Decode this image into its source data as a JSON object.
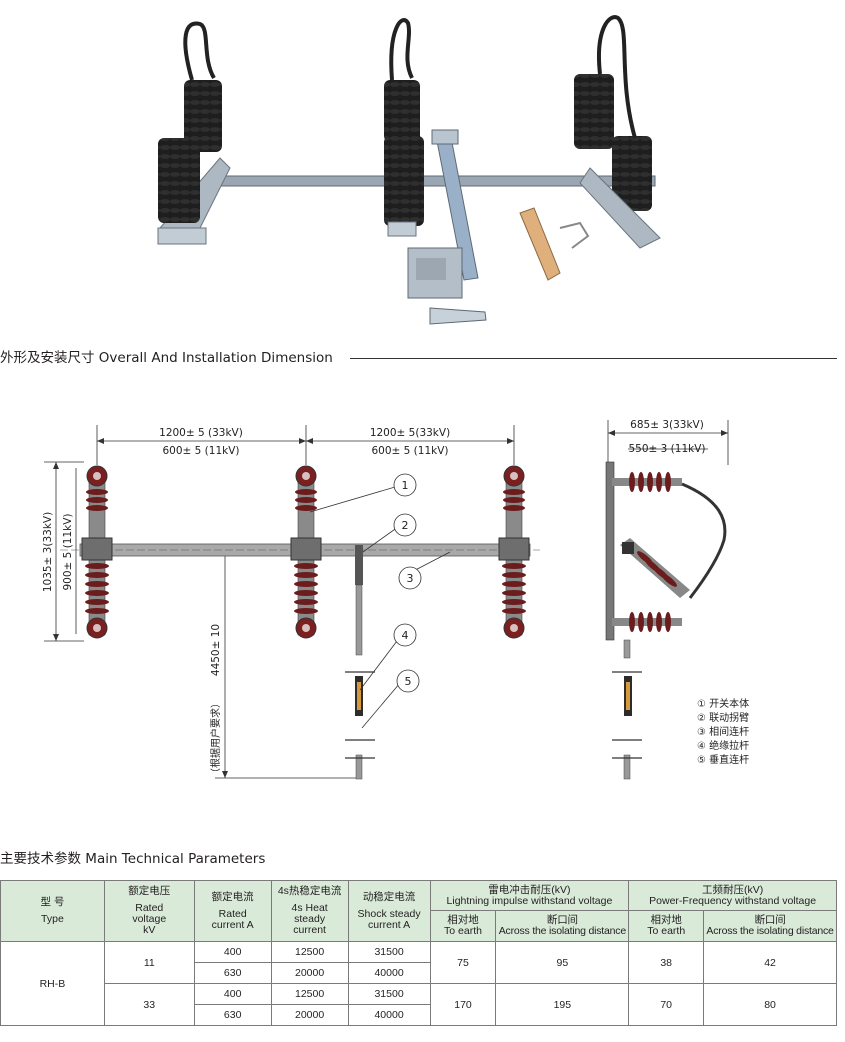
{
  "sections": {
    "overall": "外形及安装尺寸 Overall And Installation Dimension",
    "technical": "主要技术参数 Main Technical Parameters"
  },
  "drawing": {
    "dim_top_left_33": "1200± 5 (33kV)",
    "dim_top_left_11": "600± 5 (11kV)",
    "dim_top_right_33": "1200± 5(33kV)",
    "dim_top_right_11": "600± 5 (11kV)",
    "dim_height_33": "1035± 3(33kV)",
    "dim_height_11": "900± 5 (11kV)",
    "dim_rod": "4450± 10",
    "dim_rod_note": "（根据用户要求）",
    "dim_side_33": "685± 3(33kV)",
    "dim_side_11": "550± 3 (11kV)",
    "callouts": [
      "1",
      "2",
      "3",
      "4",
      "5"
    ]
  },
  "legend": [
    "① 开关本体",
    "② 联动拐臂",
    "③ 相间连杆",
    "④ 绝缘拉杆",
    "⑤ 垂直连杆"
  ],
  "table": {
    "headers": {
      "type_cn": "型 号",
      "type_en": "Type",
      "voltage_cn": "额定电压",
      "voltage_en": "Rated voltage kV",
      "current_cn": "额定电流",
      "current_en": "Rated current A",
      "heat_cn": "4s热稳定电流",
      "heat_en": "4s Heat steady current",
      "shock_cn": "动稳定电流",
      "shock_en": "Shock steady current A",
      "lightning_cn": "雷电冲击耐压(kV)",
      "lightning_en": "Lightning impulse withstand voltage",
      "power_cn": "工频耐压(kV)",
      "power_en": "Power-Frequency withstand voltage",
      "to_earth_cn": "相对地",
      "to_earth_en": "To earth",
      "isolating_cn": "断口间",
      "isolating_en": "Across the isolating distance"
    },
    "type_value": "RH-B",
    "groups": [
      {
        "voltage": "11",
        "rows": [
          {
            "current": "400",
            "heat": "12500",
            "shock": "31500"
          },
          {
            "current": "630",
            "heat": "20000",
            "shock": "40000"
          }
        ],
        "li_earth": "75",
        "li_iso": "95",
        "pf_earth": "38",
        "pf_iso": "42"
      },
      {
        "voltage": "33",
        "rows": [
          {
            "current": "400",
            "heat": "12500",
            "shock": "31500"
          },
          {
            "current": "630",
            "heat": "20000",
            "shock": "40000"
          }
        ],
        "li_earth": "170",
        "li_iso": "195",
        "pf_earth": "70",
        "pf_iso": "80"
      }
    ]
  },
  "colors": {
    "insulator": "#5a1a1a",
    "frame": "#6b6b6b",
    "header_bg": "#d9ead9"
  }
}
